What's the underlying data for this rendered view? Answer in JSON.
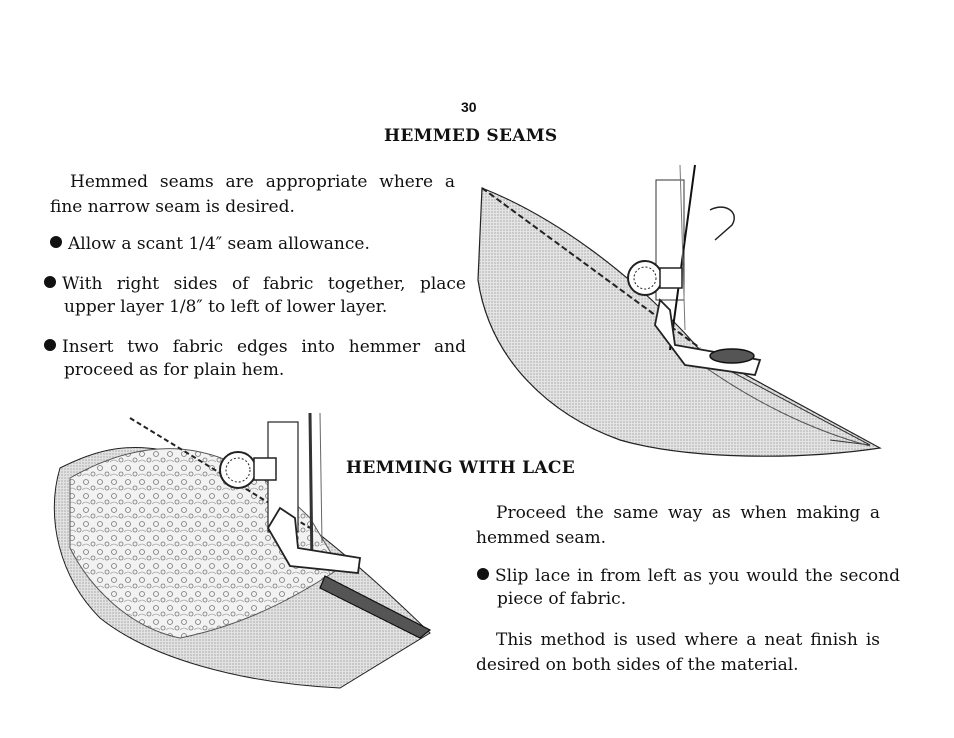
{
  "page_number": "30",
  "section1": {
    "title": "HEMMED SEAMS",
    "intro": "Hemmed seams are appropriate where a fine narrow seam is desired.",
    "bullets": [
      "Allow a scant 1/4″ seam allowance.",
      "With right sides of fabric together, place upper layer 1/8″ to left of lower layer.",
      "Insert two fabric edges into hemmer and proceed as for plain hem."
    ]
  },
  "section2": {
    "title": "HEMMING WITH LACE",
    "intro": "Proceed the same way as when making a hemmed seam.",
    "bullets": [
      "Slip lace in from left as you would the second piece of fabric."
    ],
    "closing": "This method is used where a neat finish is desired on both sides of the material."
  }
}
